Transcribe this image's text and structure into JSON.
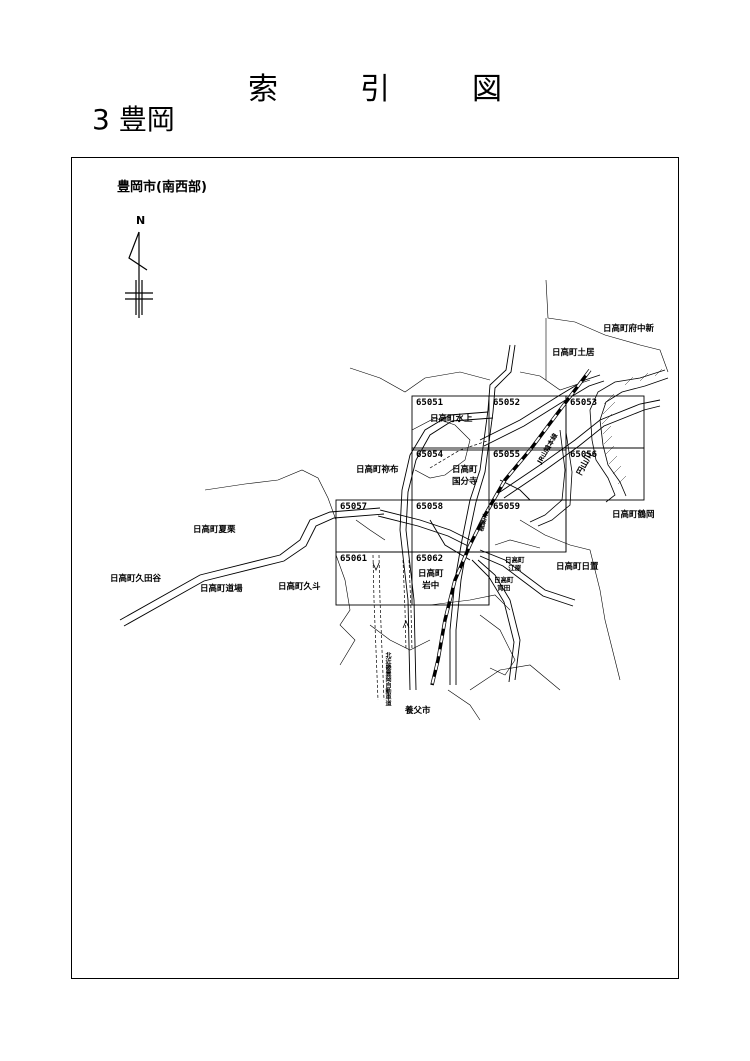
{
  "title": {
    "char1": "索",
    "char2": "引",
    "char3": "図"
  },
  "section": "3 豊岡",
  "city": "豊岡市(南西部)",
  "north": "N",
  "tiles": [
    {
      "code": "65051",
      "name": "日高町水上"
    },
    {
      "code": "65052",
      "name": ""
    },
    {
      "code": "65053",
      "name": ""
    },
    {
      "code": "65054",
      "name": "日高町\n国分寺"
    },
    {
      "code": "65055",
      "name": ""
    },
    {
      "code": "65056",
      "name": ""
    },
    {
      "code": "65057",
      "name": ""
    },
    {
      "code": "65058",
      "name": ""
    },
    {
      "code": "65059",
      "name": ""
    },
    {
      "code": "65061",
      "name": ""
    },
    {
      "code": "65062",
      "name": "日高町\n岩中"
    }
  ],
  "places": {
    "fuchuushin": "日高町府中新",
    "doi": "日高町土居",
    "fuzu": "日高町祢布",
    "natsukuri": "日高町夏栗",
    "kutadani": "日高町久田谷",
    "dojo": "日高町道場",
    "kuto": "日高町久斗",
    "tsuruoka": "日高町鶴岡",
    "hioki": "日高町日置",
    "ebara": "日高町\n江原",
    "miyata": "日高町\n宵田",
    "yabu": "養父市"
  },
  "river": "円山川",
  "railway": "JR山陰本線",
  "expressway": "北近畿豊岡自動車道",
  "stream": "稲葉川"
}
